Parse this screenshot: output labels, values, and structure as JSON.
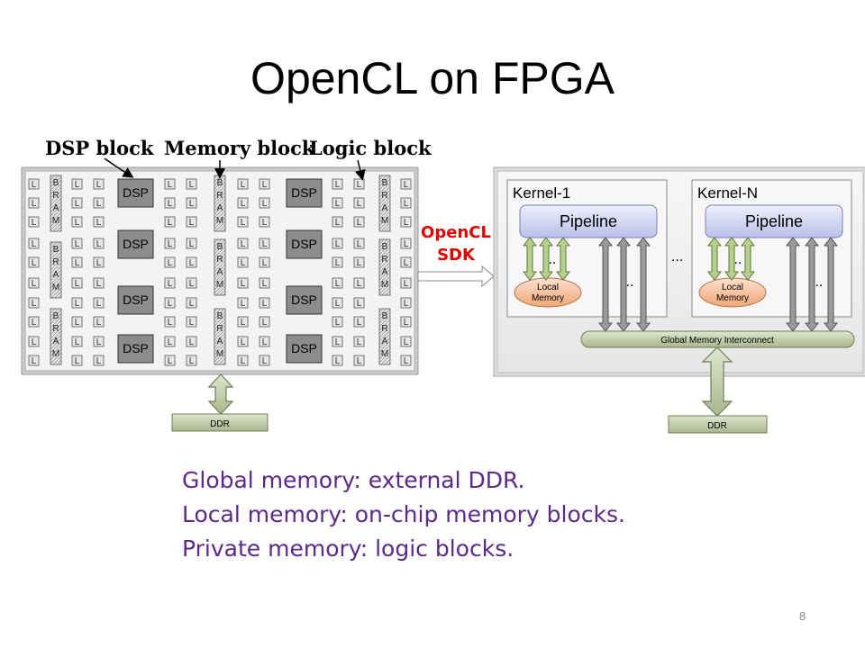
{
  "slide": {
    "title": "OpenCL on FPGA",
    "page_number": "8"
  },
  "fpga": {
    "dsp_block_label": "DSP block",
    "memory_block_label": "Memory block",
    "logic_block_label": "Logic block",
    "logic_cell_text": "L",
    "bram_letters": [
      "B",
      "R",
      "A",
      "M"
    ],
    "dsp_text": "DSP",
    "ddr_label": "DDR"
  },
  "sdk": {
    "line1": "OpenCL",
    "line2": "SDK"
  },
  "opencl_model": {
    "kernels": [
      {
        "title": "Kernel-1",
        "pipeline": "Pipeline",
        "local_memory_line1": "Local",
        "local_memory_line2": "Memory"
      },
      {
        "title": "Kernel-N",
        "pipeline": "Pipeline",
        "local_memory_line1": "Local",
        "local_memory_line2": "Memory"
      }
    ],
    "ellipsis": "...",
    "global_interconnect": "Global Memory Interconnect",
    "ddr_label": "DDR"
  },
  "bullets": [
    "Global memory: external DDR.",
    "Local memory: on-chip memory blocks.",
    "Private memory: logic blocks."
  ]
}
